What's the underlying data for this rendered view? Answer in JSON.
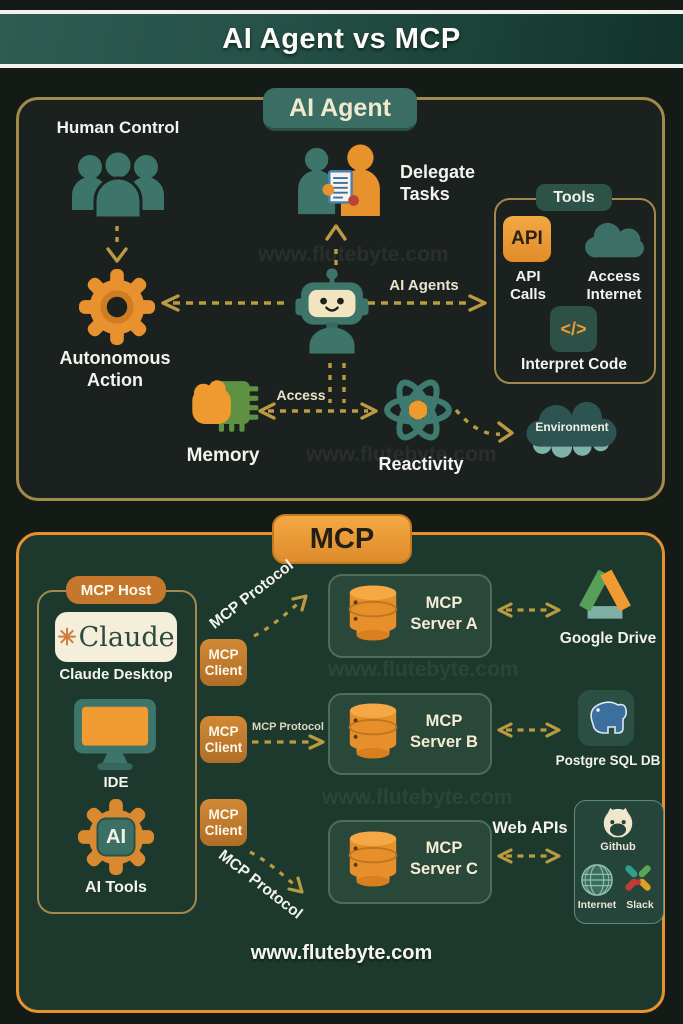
{
  "header": {
    "title": "AI Agent vs MCP"
  },
  "watermark": "www.flutebyte.com",
  "footer": {
    "site": "www.flutebyte.com"
  },
  "colors": {
    "gold": "#bb9b41",
    "orange": "#e8922e",
    "teal": "#3e756b",
    "cream": "#f1e9cf",
    "ai_panel_bg": "#1b211e",
    "mcp_panel_bg": "#1d392d"
  },
  "ai_agent": {
    "title": "AI Agent",
    "human_control_label": "Human Control",
    "autonomous_action_label": "Autonomous Action",
    "delegate_tasks_label": "Delegate Tasks",
    "ai_agents_label": "AI Agents",
    "access_label": "Access",
    "memory_label": "Memory",
    "reactivity_label": "Reactivity",
    "environment_label": "Environment",
    "tools": {
      "title": "Tools",
      "api_badge": "API",
      "api_calls_label": "API Calls",
      "access_internet_label": "Access Internet",
      "code_glyph": "</>",
      "interpret_code_label": "Interpret Code"
    }
  },
  "mcp": {
    "title": "MCP",
    "protocol_label": "MCP Protocol",
    "host": {
      "title": "MCP Host",
      "claude_mark": "✳",
      "claude_name": "Claude",
      "claude_desktop_label": "Claude Desktop",
      "ide_label": "IDE",
      "ai_badge": "AI",
      "ai_tools_label": "AI Tools"
    },
    "clients": [
      {
        "label": "MCP Client"
      },
      {
        "label": "MCP Client"
      },
      {
        "label": "MCP Client"
      }
    ],
    "servers": [
      {
        "label": "MCP Server A"
      },
      {
        "label": "MCP Server B"
      },
      {
        "label": "MCP Server C"
      }
    ],
    "integrations": {
      "google_drive_label": "Google Drive",
      "postgres_label": "Postgre SQL DB",
      "web_apis_label": "Web APIs",
      "github_label": "Github",
      "internet_label": "Internet",
      "slack_label": "Slack"
    }
  }
}
